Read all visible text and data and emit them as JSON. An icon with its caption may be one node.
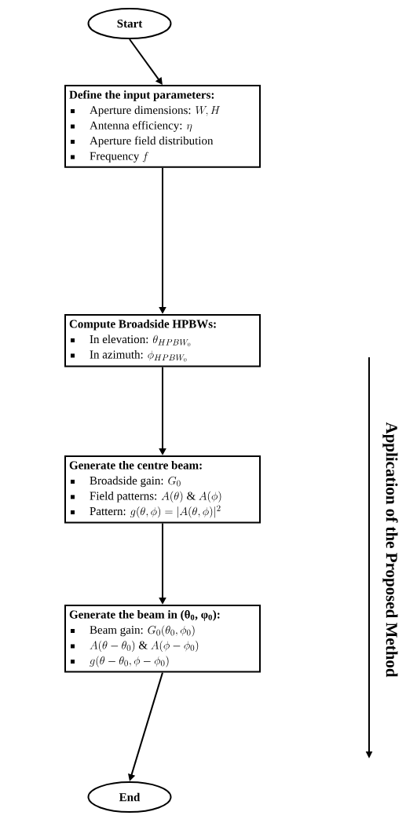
{
  "diagram": {
    "nodes": [
      {
        "text": [
          "Start"
        ]
      },
      {
        "text": [
          "Define the input parameters:",
          "\\text{Aperture dimensions: }W, H",
          "\\text{Antenna efficiency: }\\eta",
          "\\text{Aperture field distribution}",
          "\\text{Frequency }f"
        ]
      },
      {
        "text": [
          "Compute Broadside HPBWs:",
          "\\text{In elevation: }\\theta_{HPBW_0}",
          "\\text{In azimuth: }\\phi_{HPBW_0}"
        ]
      },
      {
        "text": [
          "Generate the centre beam:",
          "\\text{Broadside gain: }G_0",
          "\\text{Field patterns: }A(\\theta)\\ \\&\\ A(\\phi)",
          "\\text{Pattern: }g(\\theta,\\phi)=|A(\\theta,\\phi)|^2"
        ]
      },
      {
        "text": [
          "Generate the beam in (θ$_{0}$, φ$_{0}$):",
          "\\text{Beam gain: }G_0(\\theta_0,\\phi_0)",
          "A(\\theta-\\theta_0)\\ \\&\\ A(\\phi-\\phi_0)",
          "g(\\theta-\\theta_0,\\phi-\\phi_0)"
        ]
      },
      {
        "text": [
          "End"
        ]
      }
    ],
    "edges": [
      {
        "from": 0,
        "to": 1,
        "arrow": "to"
      },
      {
        "from": 1,
        "to": 2,
        "arrow": "to"
      },
      {
        "from": 2,
        "to": 3,
        "arrow": "to"
      },
      {
        "from": 3,
        "to": 4,
        "arrow": "to"
      },
      {
        "from": 4,
        "to": 5,
        "arrow": "to"
      }
    ],
    "labels": [
      "Application of the Proposed Method"
    ]
  }
}
